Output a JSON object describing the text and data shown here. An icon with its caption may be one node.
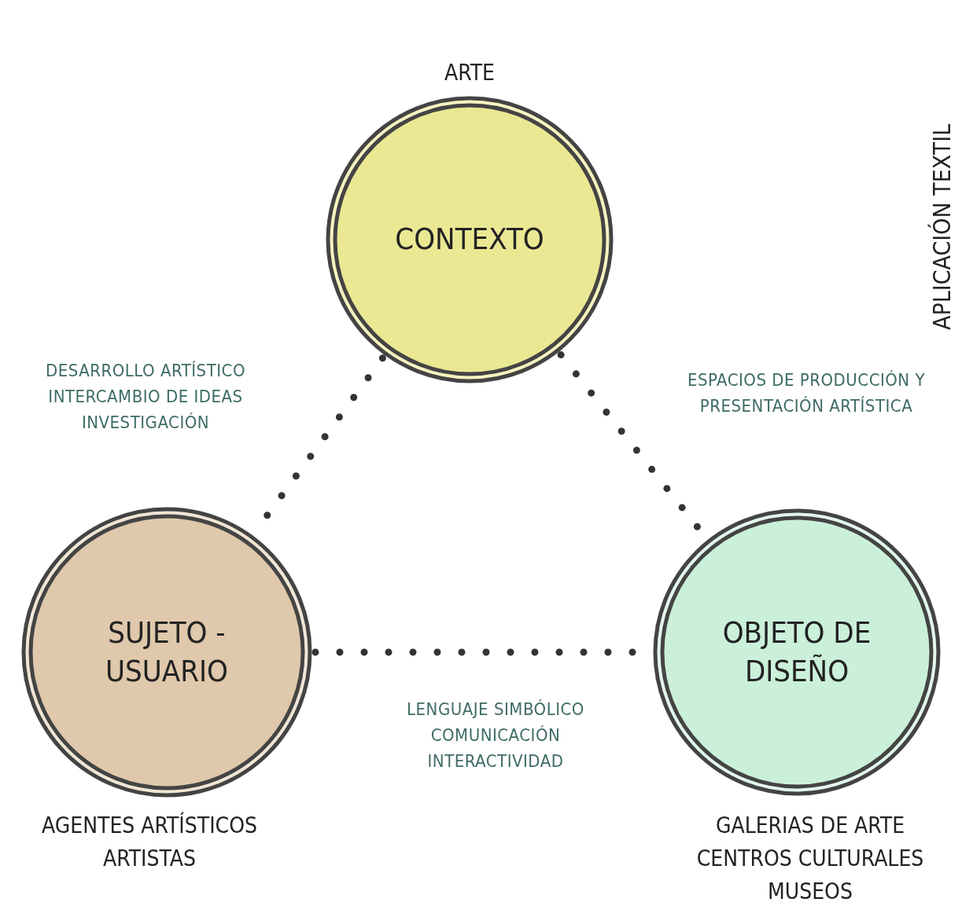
{
  "diagram": {
    "nodes": [
      {
        "text": [
          "CONTEXTO"
        ],
        "beside": [
          "ARTE"
        ]
      },
      {
        "text": [
          "SUJETO - USUARIO"
        ],
        "beside": [
          "AGENTES ARTÍSTICOS ARTISTAS"
        ]
      },
      {
        "text": [
          "OBJETO DE DISEÑO"
        ],
        "beside": [
          "GALERIAS DE ARTE CENTROS CULTURALES MUSEOS"
        ]
      }
    ],
    "edges": [
      {
        "from": 0,
        "to": 1,
        "arrow": "none",
        "label": "DESARROLLO ARTÍSTICO INTERCAMBIO DE IDEAS INVESTIGACIÓN"
      },
      {
        "from": 0,
        "to": 2,
        "arrow": "none",
        "label": "ESPACIOS DE PRODUCCIÓN Y PRESENTACIÓN ARTÍSTICA"
      },
      {
        "from": 1,
        "to": 2,
        "arrow": "none",
        "label": "LENGUAJE SIMBÓLICO COMUNICACIÓN INTERACTIVIDAD"
      }
    ],
    "labels": [
      "APLICACIÓN TEXTIL"
    ]
  }
}
